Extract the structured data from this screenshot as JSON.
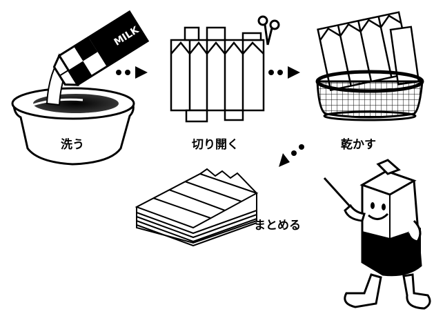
{
  "steps": [
    {
      "label": "洗う"
    },
    {
      "label": "切り開く"
    },
    {
      "label": "乾かす"
    },
    {
      "label": "まとめる"
    }
  ],
  "carton_text": "MILK",
  "colors": {
    "ink": "#000000",
    "paper": "#ffffff"
  }
}
